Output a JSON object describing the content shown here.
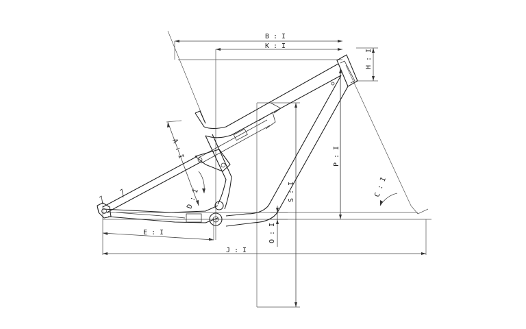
{
  "diagram": {
    "dimension_labels": {
      "A": "A : I",
      "B": "B : I",
      "C": "C : I",
      "D": "D : I",
      "E": "E : I",
      "H": "H : I",
      "J": "J : I",
      "K": "K : I",
      "O": "O : I",
      "P": "P : I",
      "S": "S : I"
    }
  }
}
